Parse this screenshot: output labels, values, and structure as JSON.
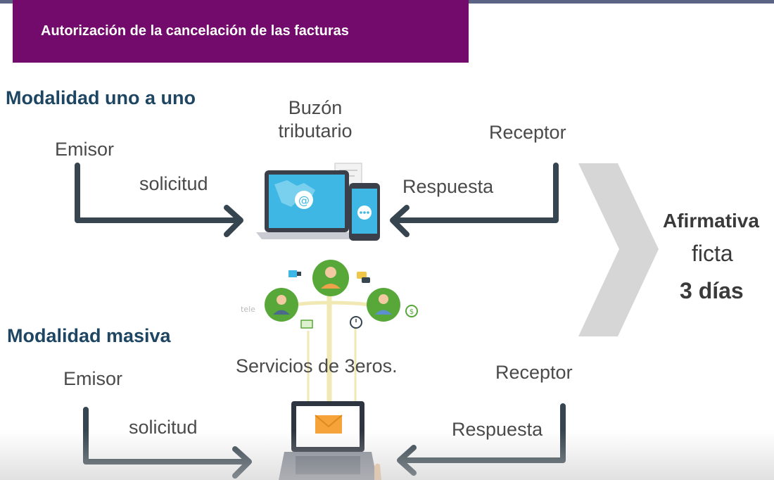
{
  "header": {
    "title": "Autorización de la cancelación de las facturas"
  },
  "colors": {
    "header_bg": "#730b6c",
    "section_title": "#1e4662",
    "arrow": "#36454f",
    "network_green": "#58a839",
    "chevron": "#d6d6d6"
  },
  "uno_a_uno": {
    "title": "Modalidad uno a uno",
    "emisor": "Emisor",
    "solicitud": "solicitud",
    "buzon_line1": "Buzón",
    "buzon_line2": "tributario",
    "receptor": "Receptor",
    "respuesta": "Respuesta"
  },
  "masiva": {
    "title": "Modalidad masiva",
    "emisor": "Emisor",
    "solicitud": "solicitud",
    "servicios": "Servicios de 3eros.",
    "receptor": "Receptor",
    "respuesta": "Respuesta"
  },
  "result": {
    "line1": "Afirmativa",
    "line2": "ficta",
    "line3": "3 días"
  },
  "icons": [
    "laptop-email-icon",
    "smartphone-icon",
    "person-avatar-icon",
    "chevron-right-icon",
    "envelope-icon",
    "hand-icon"
  ]
}
